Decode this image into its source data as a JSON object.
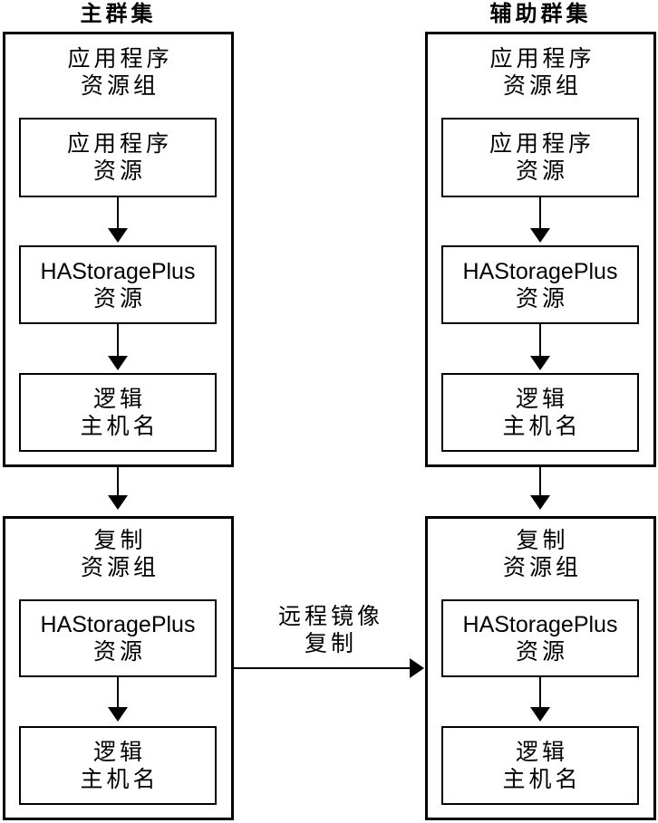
{
  "colors": {
    "line": "#000000",
    "text": "#000000",
    "background": "#ffffff"
  },
  "clusters": [
    {
      "id": "primary",
      "title": "主群集",
      "groups": [
        {
          "label": {
            "line1": "应用程序",
            "line2": "资源组"
          },
          "boxes": [
            {
              "line1": "应用程序",
              "line2": "资源"
            },
            {
              "line1": "HAStoragePlus",
              "line2": "资源"
            },
            {
              "line1": "逻辑",
              "line2": "主机名"
            }
          ]
        },
        {
          "label": {
            "line1": "复制",
            "line2": "资源组"
          },
          "boxes": [
            {
              "line1": "HAStoragePlus",
              "line2": "资源"
            },
            {
              "line1": "逻辑",
              "line2": "主机名"
            }
          ]
        }
      ]
    },
    {
      "id": "secondary",
      "title": "辅助群集",
      "groups": [
        {
          "label": {
            "line1": "应用程序",
            "line2": "资源组"
          },
          "boxes": [
            {
              "line1": "应用程序",
              "line2": "资源"
            },
            {
              "line1": "HAStoragePlus",
              "line2": "资源"
            },
            {
              "line1": "逻辑",
              "line2": "主机名"
            }
          ]
        },
        {
          "label": {
            "line1": "复制",
            "line2": "资源组"
          },
          "boxes": [
            {
              "line1": "HAStoragePlus",
              "line2": "资源"
            },
            {
              "line1": "逻辑",
              "line2": "主机名"
            }
          ]
        }
      ]
    }
  ],
  "replication_arrow": {
    "label_line1": "远程镜像",
    "label_line2": "复制"
  }
}
